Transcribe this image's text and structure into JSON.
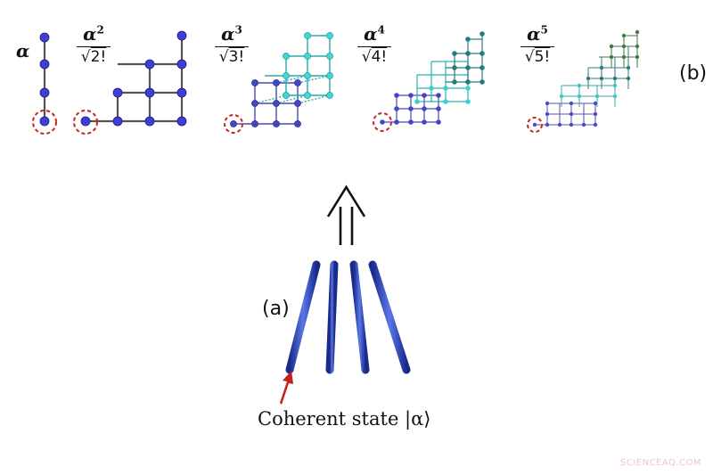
{
  "figure": {
    "panel_b_label": "(b)",
    "panel_a_label": "(a)",
    "caption": "Coherent state |α⟩",
    "watermark": "SCIENCEAQ.COM",
    "terms": [
      {
        "numerator": "α",
        "power": "",
        "denominator": ""
      },
      {
        "numerator": "α",
        "power": "2",
        "root": "√",
        "denominator": "2!"
      },
      {
        "numerator": "α",
        "power": "3",
        "root": "√",
        "denominator": "3!"
      },
      {
        "numerator": "α",
        "power": "4",
        "root": "√",
        "denominator": "4!"
      },
      {
        "numerator": "α",
        "power": "5",
        "root": "√",
        "denominator": "5!"
      }
    ],
    "colors": {
      "node_blue": "#3f3fd8",
      "node_cyan": "#3fd6d6",
      "node_teal": "#2a8a8a",
      "node_green": "#3d7a45",
      "edge_gray": "#555555",
      "highlight_red": "#cc2222",
      "fiber_blue": "#2b3fb5",
      "arrow_red": "#c41e1e"
    }
  }
}
